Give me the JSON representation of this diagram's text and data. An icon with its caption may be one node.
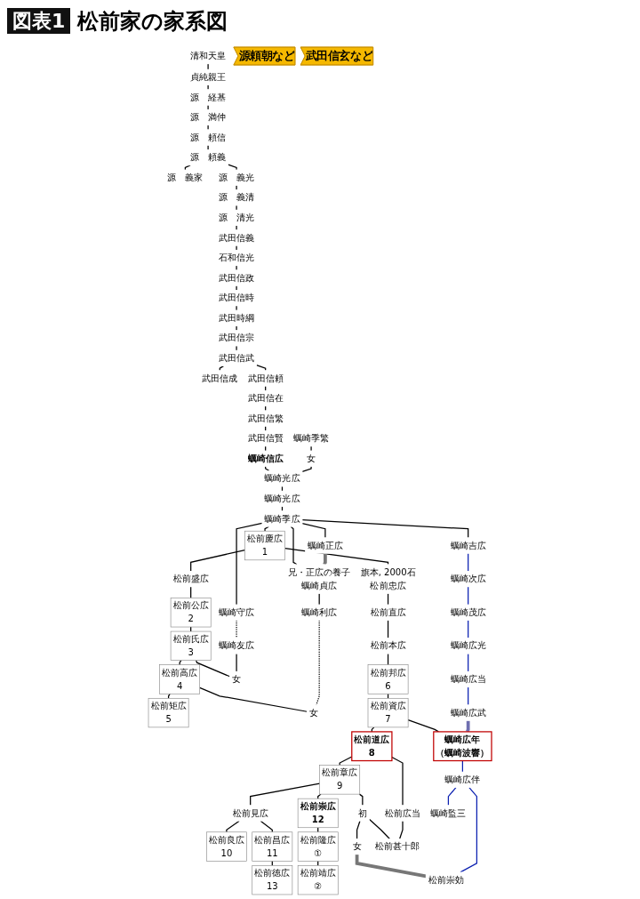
{
  "diagram": {
    "title": "松前家の家系図",
    "labels": [
      "図表1"
    ],
    "nodes": [
      {
        "text": [
          "清和天皇"
        ]
      },
      {
        "text": [
          "貞純親王"
        ]
      },
      {
        "text": [
          "源　経基"
        ]
      },
      {
        "text": [
          "源　満仲"
        ]
      },
      {
        "text": [
          "源　頼信"
        ]
      },
      {
        "text": [
          "源　頼義"
        ]
      },
      {
        "text": [
          "源　義家"
        ]
      },
      {
        "text": [
          "源頼朝など"
        ]
      },
      {
        "text": [
          "源　義光"
        ]
      },
      {
        "text": [
          "源　義清"
        ]
      },
      {
        "text": [
          "源　清光"
        ]
      },
      {
        "text": [
          "武田信義"
        ]
      },
      {
        "text": [
          "石和信光"
        ]
      },
      {
        "text": [
          "武田信政"
        ]
      },
      {
        "text": [
          "武田信時"
        ]
      },
      {
        "text": [
          "武田時綱"
        ]
      },
      {
        "text": [
          "武田信宗"
        ]
      },
      {
        "text": [
          "武田信武"
        ]
      },
      {
        "text": [
          "武田信成"
        ]
      },
      {
        "text": [
          "武田信玄など"
        ]
      },
      {
        "text": [
          "武田信頼"
        ]
      },
      {
        "text": [
          "武田信在"
        ]
      },
      {
        "text": [
          "武田信繁"
        ]
      },
      {
        "text": [
          "武田信賢"
        ]
      },
      {
        "text": [
          "蠣崎信広"
        ]
      },
      {
        "text": [
          "蠣崎季繁"
        ]
      },
      {
        "text": [
          "女"
        ]
      },
      {
        "text": [
          "蠣崎光広"
        ]
      },
      {
        "text": [
          "蠣崎光広"
        ]
      },
      {
        "text": [
          "蠣崎季広"
        ]
      },
      {
        "text": [
          "松前慶広",
          "1"
        ]
      },
      {
        "text": [
          "松前盛広"
        ]
      },
      {
        "text": [
          "松前公広",
          "2"
        ]
      },
      {
        "text": [
          "松前氏広",
          "3"
        ]
      },
      {
        "text": [
          "蠣崎正広"
        ]
      },
      {
        "text": [
          "松前高広",
          "4"
        ]
      },
      {
        "text": [
          "松前矩広",
          "5"
        ]
      },
      {
        "text": [
          "蠣崎守広"
        ]
      },
      {
        "text": [
          "蠣崎友広"
        ]
      },
      {
        "text": [
          "女"
        ]
      },
      {
        "text": [
          "女"
        ]
      },
      {
        "text": [
          "旗本, 2000石",
          "松前忠広"
        ]
      },
      {
        "text": [
          "松前直広"
        ]
      },
      {
        "text": [
          "松前本広"
        ]
      },
      {
        "text": [
          "松前邦広",
          "6"
        ]
      },
      {
        "text": [
          "兄・正広の養子",
          "蠣崎貞広"
        ]
      },
      {
        "text": [
          "蠣崎利広"
        ]
      },
      {
        "text": [
          "蠣崎吉広"
        ]
      },
      {
        "text": [
          "蠣崎次広"
        ]
      },
      {
        "text": [
          "蠣崎茂広"
        ]
      },
      {
        "text": [
          "蠣崎広光"
        ]
      },
      {
        "text": [
          "蠣崎広当"
        ]
      },
      {
        "text": [
          "松前良広",
          "10"
        ]
      },
      {
        "text": [
          "松前見広"
        ]
      },
      {
        "text": [
          "松前昌広",
          "11"
        ]
      },
      {
        "text": [
          "松前徳広",
          "13"
        ]
      },
      {
        "text": [
          "松前資広",
          "7"
        ]
      },
      {
        "text": [
          "松前道広",
          "8"
        ]
      },
      {
        "text": [
          "松前章広",
          "9"
        ]
      },
      {
        "text": [
          "松前崇広",
          "12"
        ]
      },
      {
        "text": [
          "松前隆広",
          "①"
        ]
      },
      {
        "text": [
          "松前靖広",
          "②"
        ]
      },
      {
        "text": [
          "初"
        ]
      },
      {
        "text": [
          "女"
        ]
      },
      {
        "text": [
          "松前広当"
        ]
      },
      {
        "text": [
          "松前甚十郎"
        ]
      },
      {
        "text": [
          "蠣崎広武"
        ]
      },
      {
        "text": [
          "蠣崎広年",
          "（蠣崎波響）"
        ]
      },
      {
        "text": [
          "蠣崎広伴"
        ]
      },
      {
        "text": [
          "松前崇効"
        ]
      },
      {
        "text": [
          "蠣崎監三"
        ]
      }
    ],
    "edges": [
      {
        "from": 0,
        "to": 1,
        "arrow": "none"
      },
      {
        "from": 1,
        "to": 2,
        "arrow": "none"
      },
      {
        "from": 2,
        "to": 3,
        "arrow": "none"
      },
      {
        "from": 3,
        "to": 4,
        "arrow": "none"
      },
      {
        "from": 4,
        "to": 5,
        "arrow": "none"
      },
      {
        "from": 5,
        "to": 6,
        "arrow": "none"
      },
      {
        "from": 5,
        "to": 8,
        "arrow": "none"
      },
      {
        "from": 8,
        "to": 9,
        "arrow": "none"
      },
      {
        "from": 9,
        "to": 10,
        "arrow": "none"
      },
      {
        "from": 10,
        "to": 11,
        "arrow": "none"
      },
      {
        "from": 11,
        "to": 12,
        "arrow": "none"
      },
      {
        "from": 12,
        "to": 13,
        "arrow": "none"
      },
      {
        "from": 13,
        "to": 14,
        "arrow": "none"
      },
      {
        "from": 14,
        "to": 15,
        "arrow": "none"
      },
      {
        "from": 15,
        "to": 16,
        "arrow": "none"
      },
      {
        "from": 16,
        "to": 17,
        "arrow": "none"
      },
      {
        "from": 17,
        "to": 18,
        "arrow": "none"
      },
      {
        "from": 17,
        "to": 20,
        "arrow": "none"
      },
      {
        "from": 20,
        "to": 21,
        "arrow": "none"
      },
      {
        "from": 21,
        "to": 22,
        "arrow": "none"
      },
      {
        "from": 22,
        "to": 23,
        "arrow": "none"
      },
      {
        "from": 23,
        "to": 24,
        "arrow": "none"
      },
      {
        "from": 25,
        "to": 26,
        "arrow": "none"
      },
      {
        "from": 24,
        "to": 27,
        "arrow": "none"
      },
      {
        "from": 26,
        "to": 27,
        "arrow": "none"
      },
      {
        "from": 27,
        "to": 28,
        "arrow": "none"
      },
      {
        "from": 28,
        "to": 29,
        "arrow": "none"
      },
      {
        "from": 29,
        "to": 30,
        "arrow": "none"
      },
      {
        "from": 29,
        "to": 34,
        "arrow": "none"
      },
      {
        "from": 29,
        "to": 37,
        "arrow": "none"
      },
      {
        "from": 29,
        "to": 45,
        "arrow": "none"
      },
      {
        "from": 29,
        "to": 47,
        "arrow": "none"
      },
      {
        "from": 30,
        "to": 31,
        "arrow": "none"
      },
      {
        "from": 30,
        "to": 41,
        "arrow": "none"
      },
      {
        "from": 31,
        "to": 32,
        "arrow": "none"
      },
      {
        "from": 32,
        "to": 33,
        "arrow": "none"
      },
      {
        "from": 33,
        "to": 35,
        "arrow": "none"
      },
      {
        "from": 33,
        "to": 39,
        "arrow": "none"
      },
      {
        "from": 37,
        "to": 38,
        "arrow": "none",
        "style": "dashed"
      },
      {
        "from": 38,
        "to": 39,
        "arrow": "none"
      },
      {
        "from": 35,
        "to": 36,
        "arrow": "none"
      },
      {
        "from": 35,
        "to": 40,
        "arrow": "none"
      },
      {
        "from": 34,
        "to": 45,
        "arrow": "none",
        "style": "thick",
        "color": "#777777"
      },
      {
        "from": 41,
        "to": 42,
        "arrow": "none"
      },
      {
        "from": 42,
        "to": 43,
        "arrow": "none"
      },
      {
        "from": 43,
        "to": 44,
        "arrow": "none"
      },
      {
        "from": 45,
        "to": 46,
        "arrow": "none"
      },
      {
        "from": 46,
        "to": 40,
        "arrow": "none",
        "style": "dashed"
      },
      {
        "from": 47,
        "to": 48,
        "arrow": "none",
        "color": "#0a1fb0"
      },
      {
        "from": 48,
        "to": 49,
        "arrow": "none",
        "color": "#0a1fb0"
      },
      {
        "from": 49,
        "to": 50,
        "arrow": "none",
        "color": "#0a1fb0"
      },
      {
        "from": 50,
        "to": 51,
        "arrow": "none",
        "color": "#0a1fb0"
      },
      {
        "from": 51,
        "to": 66,
        "arrow": "none",
        "color": "#0a1fb0"
      },
      {
        "from": 44,
        "to": 56,
        "arrow": "none"
      },
      {
        "from": 56,
        "to": 57,
        "arrow": "none"
      },
      {
        "from": 56,
        "to": 67,
        "arrow": "none"
      },
      {
        "from": 57,
        "to": 58,
        "arrow": "none"
      },
      {
        "from": 57,
        "to": 64,
        "arrow": "none"
      },
      {
        "from": 58,
        "to": 53,
        "arrow": "none"
      },
      {
        "from": 58,
        "to": 59,
        "arrow": "none"
      },
      {
        "from": 58,
        "to": 62,
        "arrow": "none"
      },
      {
        "from": 53,
        "to": 52,
        "arrow": "none"
      },
      {
        "from": 53,
        "to": 54,
        "arrow": "none"
      },
      {
        "from": 54,
        "to": 55,
        "arrow": "none"
      },
      {
        "from": 59,
        "to": 60,
        "arrow": "none"
      },
      {
        "from": 60,
        "to": 61,
        "arrow": "none"
      },
      {
        "from": 62,
        "to": 63,
        "arrow": "none"
      },
      {
        "from": 62,
        "to": 65,
        "arrow": "none"
      },
      {
        "from": 64,
        "to": 65,
        "arrow": "none"
      },
      {
        "from": 66,
        "to": 67,
        "arrow": "none",
        "style": "thick",
        "color": "#6f6fb0"
      },
      {
        "from": 63,
        "to": 69,
        "arrow": "none",
        "style": "thick",
        "color": "#777777"
      },
      {
        "from": 67,
        "to": 68,
        "arrow": "none",
        "color": "#0a1fb0"
      },
      {
        "from": 68,
        "to": 69,
        "arrow": "none",
        "color": "#0a1fb0"
      },
      {
        "from": 68,
        "to": 70,
        "arrow": "none",
        "color": "#0a1fb0"
      }
    ]
  }
}
